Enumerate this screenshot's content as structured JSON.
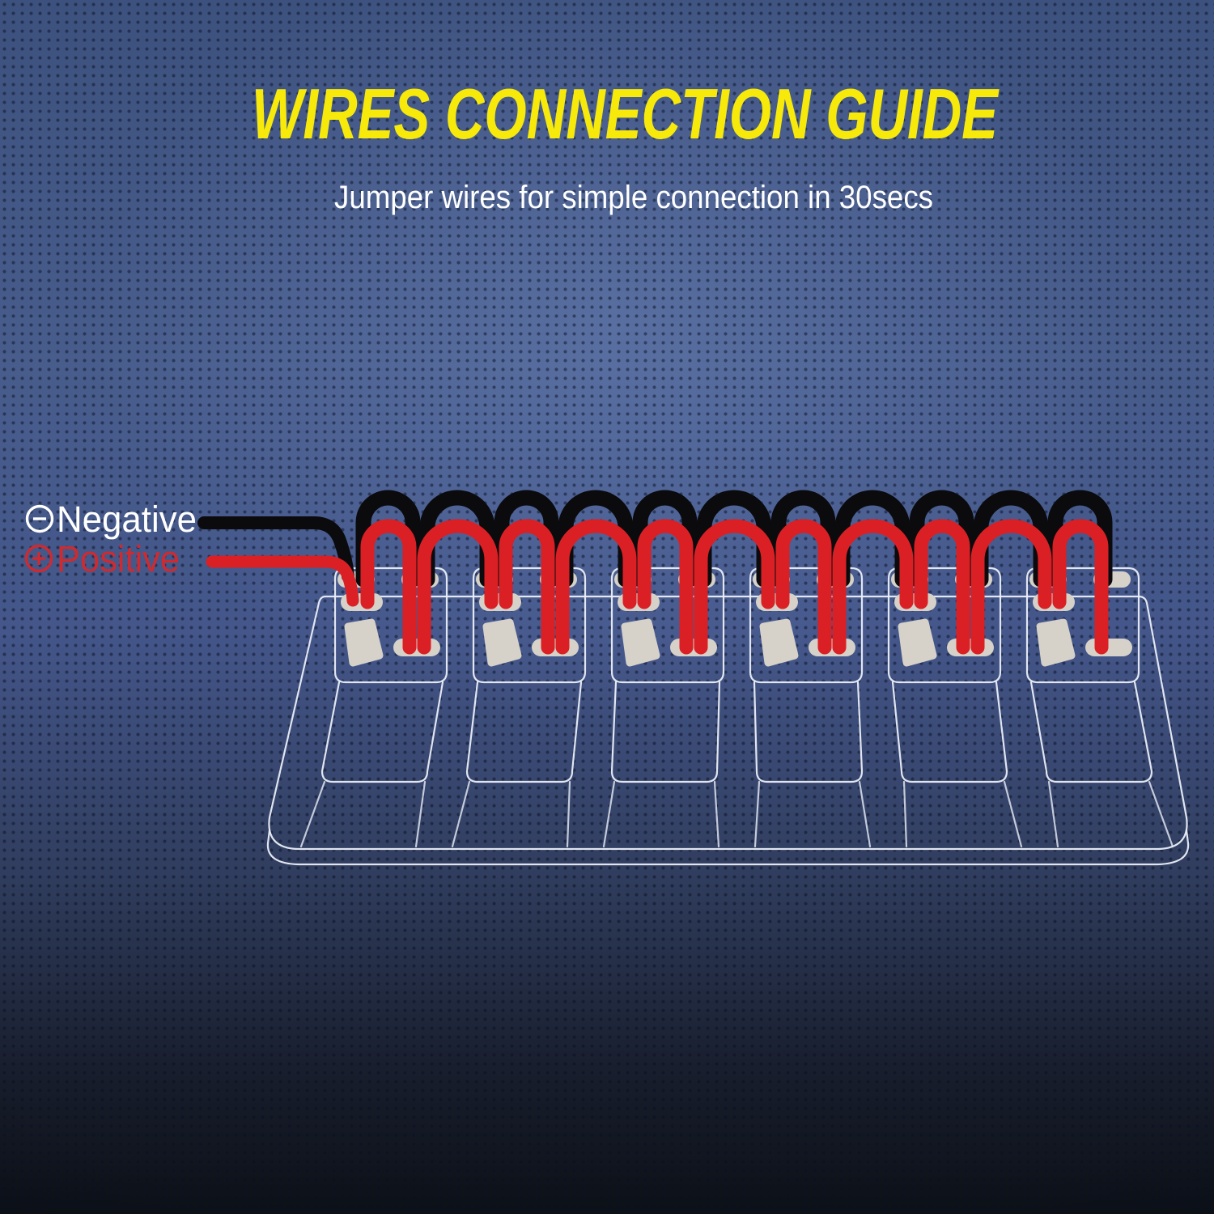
{
  "title": "WIRES CONNECTION GUIDE",
  "subtitle": "Jumper wires for simple connection in 30secs",
  "legend": {
    "negative": {
      "icon": "minus-circle-icon",
      "label": "Negative",
      "color": "#ffffff"
    },
    "positive": {
      "icon": "plus-circle-icon",
      "label": "Positive",
      "color": "#cd2b30"
    }
  },
  "diagram": {
    "type": "wiring-illustration",
    "description": "Six rocker switches on a wireframe panel connected in a daisy chain by jumper wires",
    "switch_count": 6,
    "negative_jumper_count": 11,
    "positive_jumper_count": 11,
    "colors": {
      "negative_wire": "#0b0b0e",
      "positive_wire": "#da2025",
      "terminal_pad": "#d6d2c9",
      "wireframe": "#eaeef7",
      "title_yellow": "#f7ea0a",
      "subtitle_white": "#ffffff"
    }
  }
}
